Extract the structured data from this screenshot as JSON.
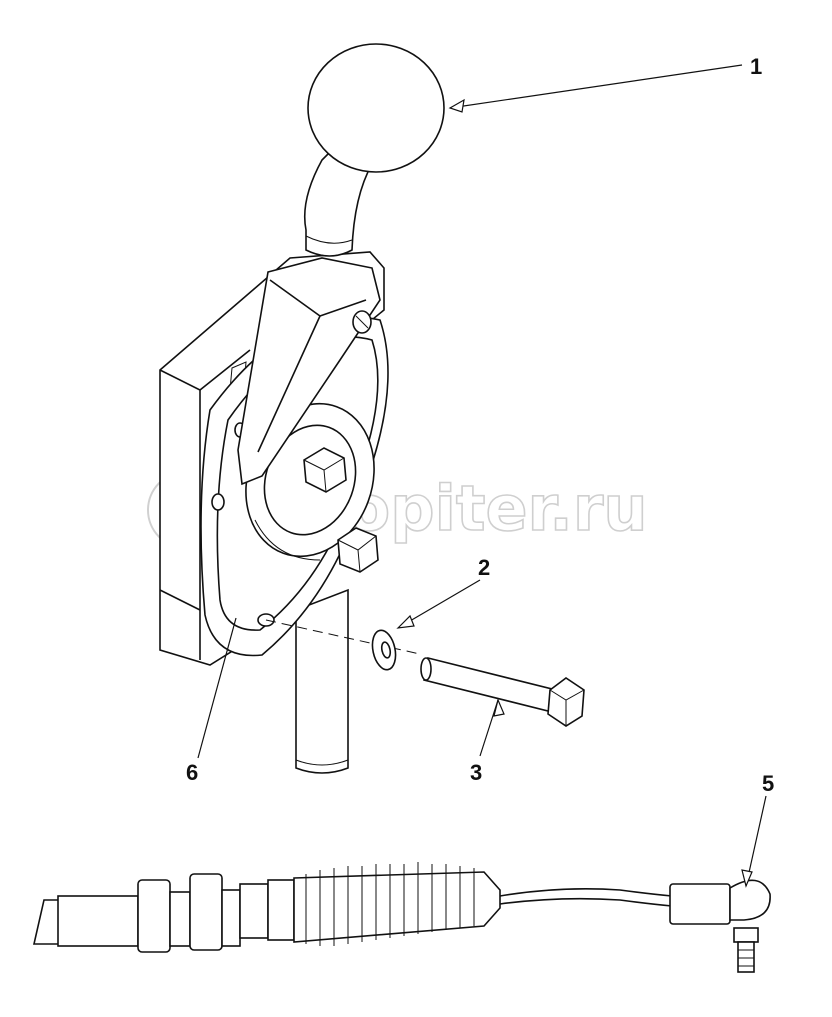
{
  "watermark": {
    "text": "autopiter.ru"
  },
  "callouts": [
    {
      "id": "1",
      "label": "1"
    },
    {
      "id": "2",
      "label": "2"
    },
    {
      "id": "3",
      "label": "3"
    },
    {
      "id": "5",
      "label": "5"
    },
    {
      "id": "6",
      "label": "6"
    }
  ]
}
